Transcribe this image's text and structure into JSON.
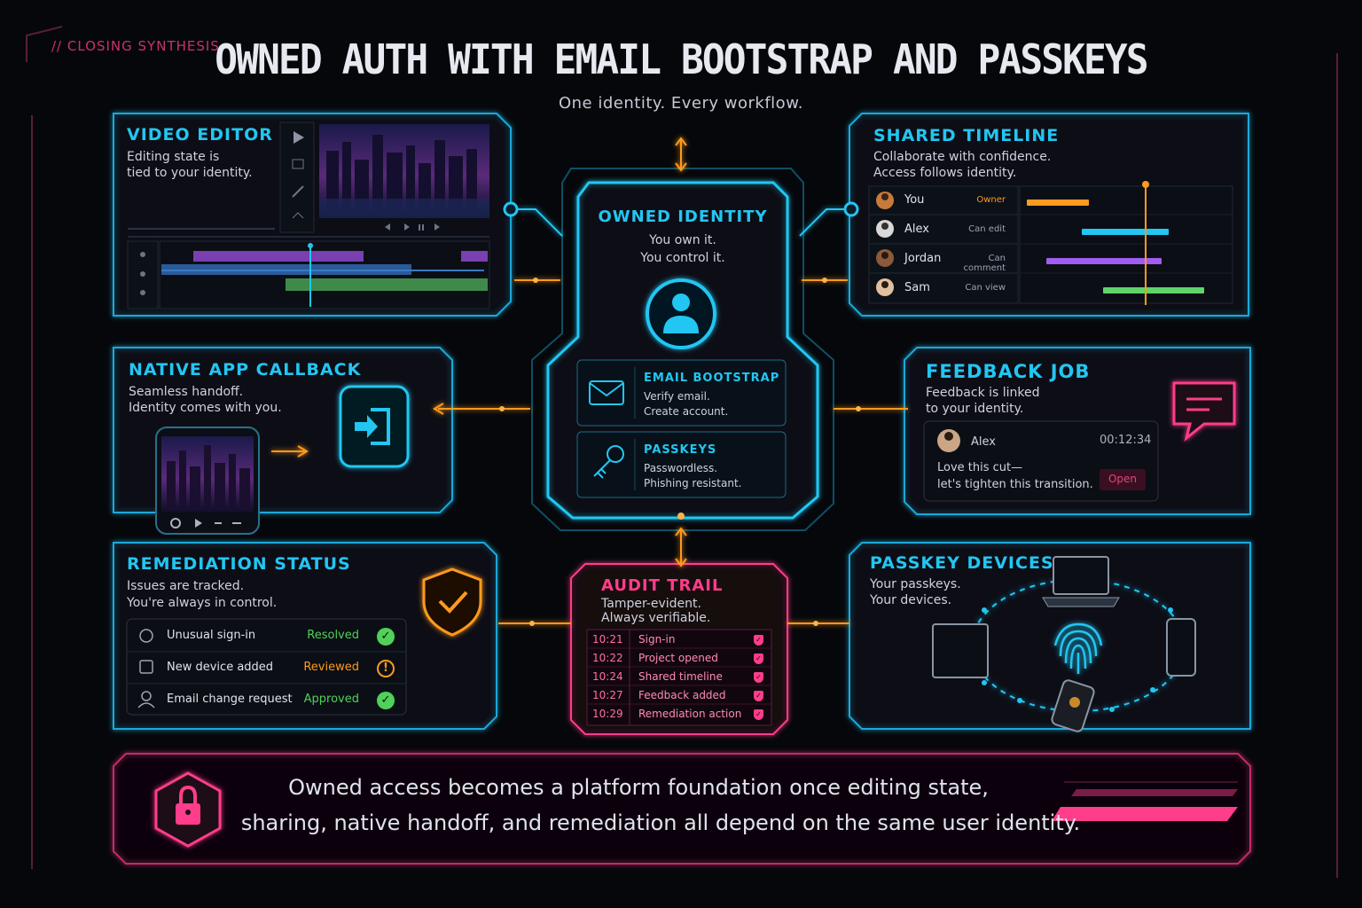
{
  "header": {
    "tag": "// CLOSING SYNTHESIS",
    "title": "OWNED AUTH WITH EMAIL BOOTSTRAP AND PASSKEYS",
    "subtitle": "One identity. Every workflow."
  },
  "video_editor": {
    "title": "VIDEO EDITOR",
    "desc_1": "Editing state is",
    "desc_2": "tied to your identity."
  },
  "shared_timeline": {
    "title": "SHARED TIMELINE",
    "desc_1": "Collaborate with confidence.",
    "desc_2": "Access follows identity.",
    "users": [
      {
        "name": "You",
        "role": "Owner"
      },
      {
        "name": "Alex",
        "role": "Can edit"
      },
      {
        "name": "Jordan",
        "role": "Can comment"
      },
      {
        "name": "Sam",
        "role": "Can view"
      }
    ],
    "colors": {
      "owner": "#ff9a1f",
      "edit": "#22c6f2",
      "comment": "#a35cf0",
      "view": "#5fd46b"
    }
  },
  "owned_identity": {
    "title": "OWNED IDENTITY",
    "desc_1": "You own it.",
    "desc_2": "You control it.",
    "email": {
      "title": "EMAIL BOOTSTRAP",
      "line_1": "Verify email.",
      "line_2": "Create account."
    },
    "passkeys": {
      "title": "PASSKEYS",
      "line_1": "Passwordless.",
      "line_2": "Phishing resistant."
    }
  },
  "native_app": {
    "title": "NATIVE APP CALLBACK",
    "desc_1": "Seamless handoff.",
    "desc_2": "Identity comes with you."
  },
  "feedback_job": {
    "title": "FEEDBACK JOB",
    "desc_1": "Feedback is linked",
    "desc_2": "to your identity.",
    "comment": {
      "author": "Alex",
      "time": "00:12:34",
      "line_1": "Love this cut—",
      "line_2": "let's tighten this transition.",
      "action": "Open"
    }
  },
  "remediation": {
    "title": "REMEDIATION STATUS",
    "desc_1": "Issues are tracked.",
    "desc_2": "You're always in control.",
    "items": [
      {
        "label": "Unusual sign-in",
        "status": "Resolved",
        "icon": "check-icon",
        "color": "#4fd15a"
      },
      {
        "label": "New device added",
        "status": "Reviewed",
        "icon": "alert-icon",
        "color": "#ff9a1f"
      },
      {
        "label": "Email change request",
        "status": "Approved",
        "icon": "check-icon",
        "color": "#4fd15a"
      }
    ]
  },
  "audit_trail": {
    "title": "AUDIT TRAIL",
    "desc_1": "Tamper-evident.",
    "desc_2": "Always verifiable.",
    "entries": [
      {
        "time": "10:21",
        "event": "Sign-in"
      },
      {
        "time": "10:22",
        "event": "Project opened"
      },
      {
        "time": "10:24",
        "event": "Shared timeline"
      },
      {
        "time": "10:27",
        "event": "Feedback added"
      },
      {
        "time": "10:29",
        "event": "Remediation action"
      }
    ]
  },
  "passkey_devices": {
    "title": "PASSKEY DEVICES",
    "desc_1": "Your passkeys.",
    "desc_2": "Your devices."
  },
  "footer": {
    "line_1": "Owned access becomes a platform foundation once editing state,",
    "line_2": "sharing, native handoff, and remediation all depend on the same user identity."
  },
  "colors": {
    "cyan": "#22c6f2",
    "pink": "#ff3d8a",
    "orange": "#ff9a1f",
    "green": "#4fd15a"
  }
}
